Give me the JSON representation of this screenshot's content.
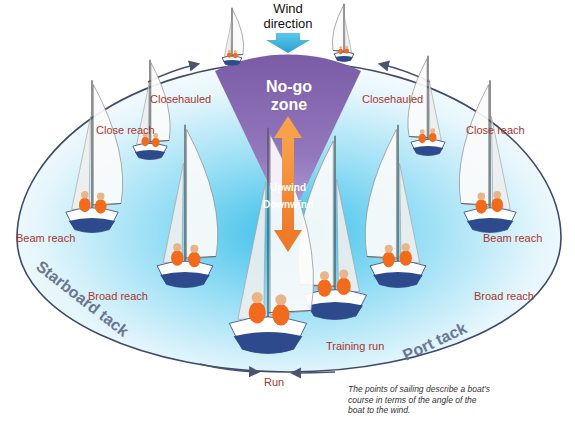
{
  "diagram": {
    "caption": "The points of sailing describe a boat's course in terms of the angle of the boat to the wind.",
    "nodes": [
      {
        "text": [
          "No-go zone"
        ]
      }
    ],
    "labels": [
      "Wind direction",
      "Closehauled",
      "Closehauled",
      "Close reach",
      "Close reach",
      "Upwind",
      "Downwind",
      "Beam reach",
      "Beam reach",
      "Starboard tack",
      "Broad reach",
      "Broad reach",
      "Training run",
      "Run",
      "Port tack"
    ]
  }
}
